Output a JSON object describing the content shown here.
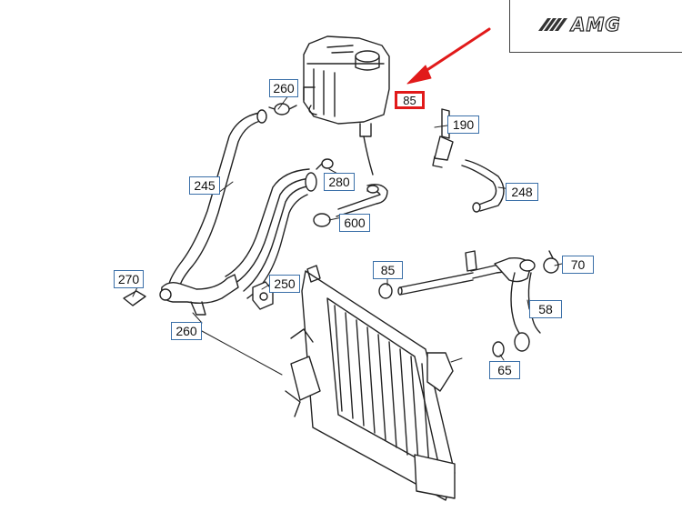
{
  "brand": {
    "logo_text": "AMG",
    "highlight_color": "#e11a1a",
    "callout_border_color": "#3a6fa8"
  },
  "callouts": [
    {
      "id": "c-85-top",
      "label": "85",
      "highlighted": true
    },
    {
      "id": "c-260-a",
      "label": "260"
    },
    {
      "id": "c-190",
      "label": "190"
    },
    {
      "id": "c-245",
      "label": "245"
    },
    {
      "id": "c-280",
      "label": "280"
    },
    {
      "id": "c-248",
      "label": "248"
    },
    {
      "id": "c-600",
      "label": "600"
    },
    {
      "id": "c-270",
      "label": "270"
    },
    {
      "id": "c-250",
      "label": "250"
    },
    {
      "id": "c-85-mid",
      "label": "85"
    },
    {
      "id": "c-70",
      "label": "70"
    },
    {
      "id": "c-58",
      "label": "58"
    },
    {
      "id": "c-260-b",
      "label": "260"
    },
    {
      "id": "c-65",
      "label": "65"
    }
  ]
}
